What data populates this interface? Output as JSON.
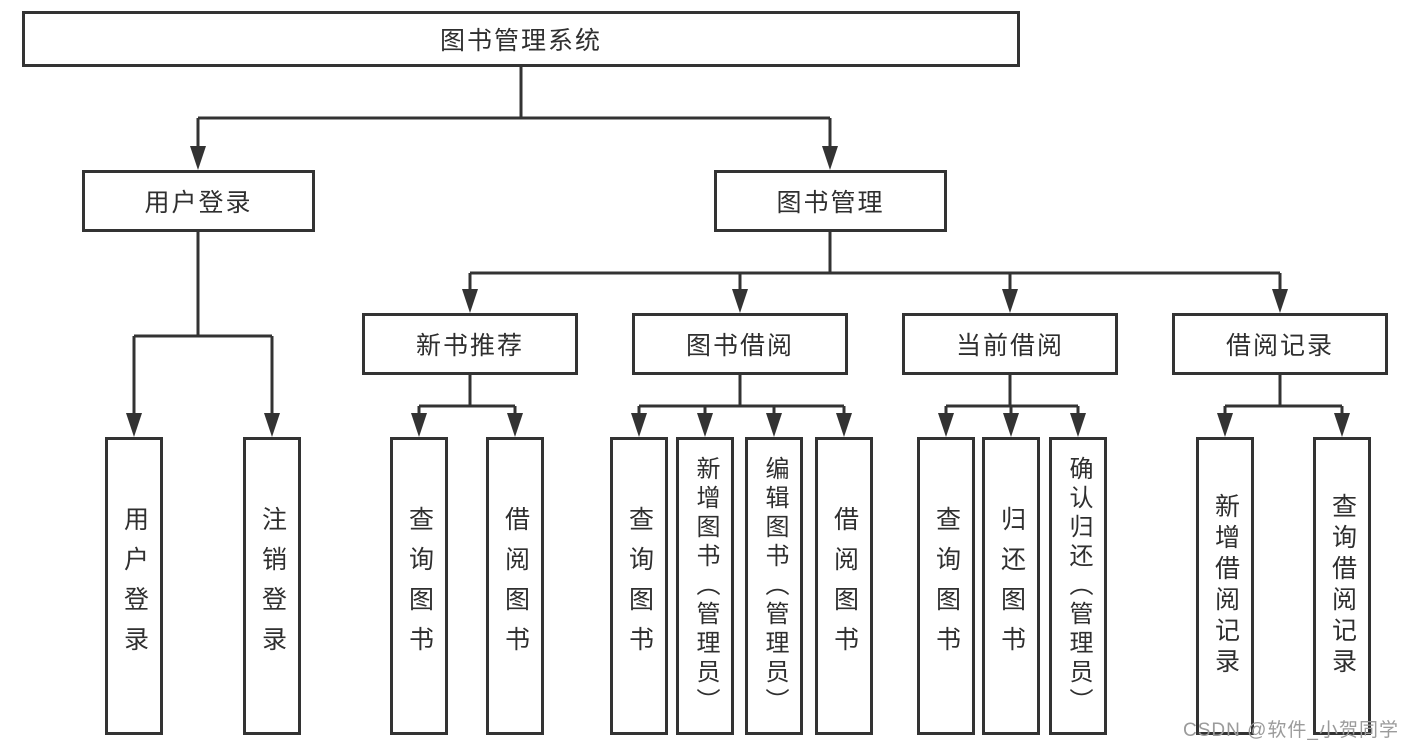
{
  "diagram": {
    "title_node": "图书管理系统",
    "level2": {
      "user_login_branch": "用户登录",
      "book_mgmt_branch": "图书管理"
    },
    "level3": {
      "new_book_rec": "新书推荐",
      "book_borrow": "图书借阅",
      "current_borrow": "当前借阅",
      "borrow_records": "借阅记录"
    },
    "leaves": {
      "user_login": "用户登录",
      "logout": "注销登录",
      "query_book_1": "查询图书",
      "borrow_book_1": "借阅图书",
      "query_book_2": "查询图书",
      "add_book_admin": "新增图书（管理员）",
      "edit_book_admin": "编辑图书（管理员）",
      "borrow_book_2": "借阅图书",
      "query_book_3": "查询图书",
      "return_book": "归还图书",
      "confirm_return_admin": "确认归还（管理员）",
      "add_borrow_record": "新增借阅记录",
      "query_borrow_record": "查询借阅记录"
    }
  },
  "watermark": "CSDN @软件_小贺同学",
  "colors": {
    "line": "#333333",
    "text": "#2f2f2f",
    "watermark": "#9b9b9b",
    "background": "#ffffff"
  }
}
